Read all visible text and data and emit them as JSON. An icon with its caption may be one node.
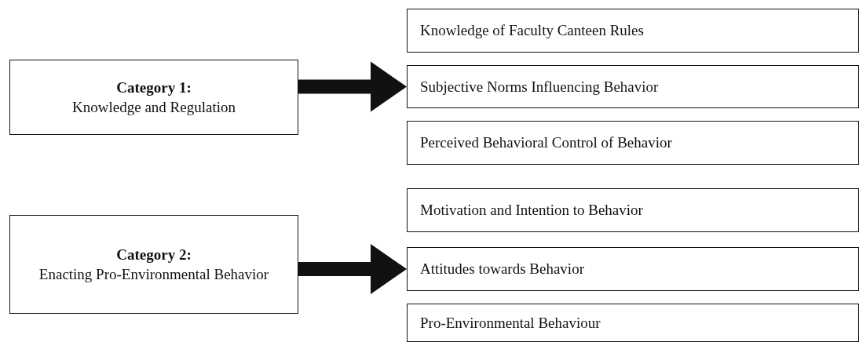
{
  "diagram": {
    "nodes": [
      {
        "text": [
          "Category 1:",
          "Knowledge and Regulation"
        ]
      },
      {
        "text": [
          "Category 2:",
          "Enacting Pro-Environmental Behavior"
        ]
      },
      {
        "text": [
          "Knowledge of Faculty Canteen Rules"
        ]
      },
      {
        "text": [
          "Subjective Norms Influencing Behavior"
        ]
      },
      {
        "text": [
          "Perceived Behavioral Control of Behavior"
        ]
      },
      {
        "text": [
          "Motivation and Intention to Behavior"
        ]
      },
      {
        "text": [
          "Attitudes towards Behavior"
        ]
      },
      {
        "text": [
          "Pro-Environmental Behaviour"
        ]
      }
    ],
    "edges": [
      {
        "from": 0,
        "to": 3,
        "arrow": "to",
        "style": "thick"
      },
      {
        "from": 1,
        "to": 6,
        "arrow": "to",
        "style": "thick"
      }
    ]
  }
}
